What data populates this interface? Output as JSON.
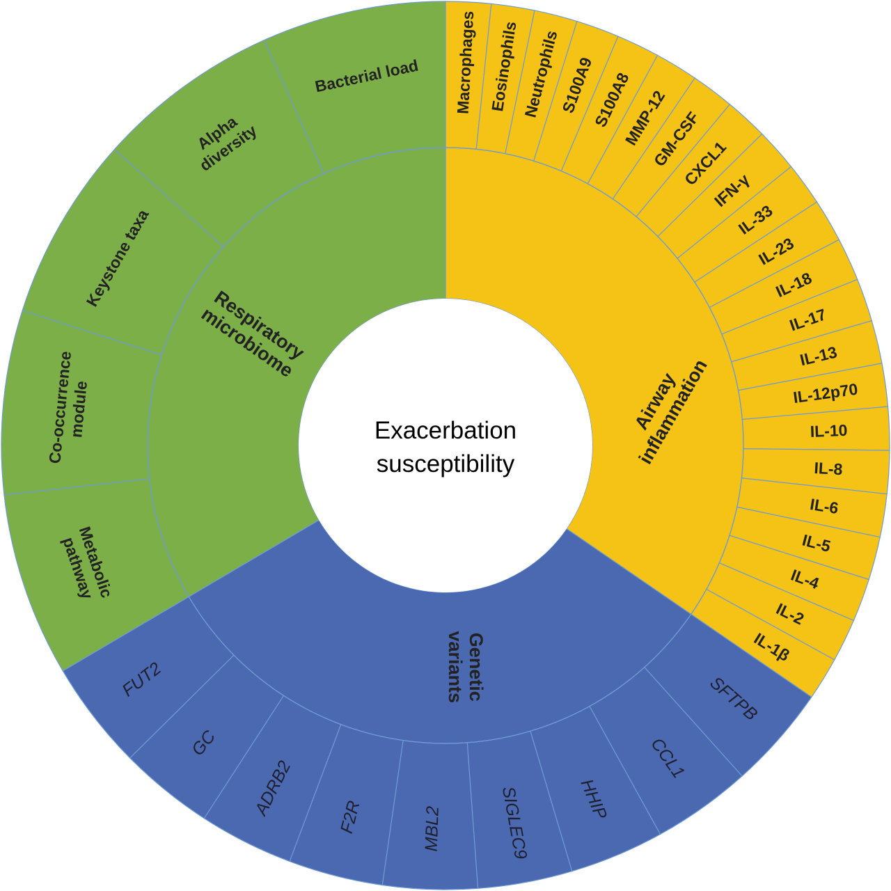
{
  "center": {
    "line1": "Exacerbation",
    "line2": "susceptibility"
  },
  "colors": {
    "inflammation": "#F5C216",
    "genetic": "#4A69B0",
    "microbiome": "#7DAF48",
    "divider": "#6E9BD3",
    "hole": "#ffffff"
  },
  "categories": [
    {
      "id": "airway",
      "lines": [
        "Airway",
        "inflammation"
      ],
      "color": "#F5C216",
      "children": [
        {
          "lines": [
            "Macrophages"
          ]
        },
        {
          "lines": [
            "Eosinophils"
          ]
        },
        {
          "lines": [
            "Neutrophils"
          ]
        },
        {
          "lines": [
            "S100A9"
          ]
        },
        {
          "lines": [
            "S100A8"
          ]
        },
        {
          "lines": [
            "MMP-12"
          ]
        },
        {
          "lines": [
            "GM-CSF"
          ]
        },
        {
          "lines": [
            "CXCL1"
          ]
        },
        {
          "lines": [
            "IFN-γ"
          ]
        },
        {
          "lines": [
            "IL-33"
          ]
        },
        {
          "lines": [
            "IL-23"
          ]
        },
        {
          "lines": [
            "IL-18"
          ]
        },
        {
          "lines": [
            "IL-17"
          ]
        },
        {
          "lines": [
            "IL-13"
          ]
        },
        {
          "lines": [
            "IL-12p70"
          ]
        },
        {
          "lines": [
            "IL-10"
          ]
        },
        {
          "lines": [
            "IL-8"
          ]
        },
        {
          "lines": [
            "IL-6"
          ]
        },
        {
          "lines": [
            "IL-5"
          ]
        },
        {
          "lines": [
            "IL-4"
          ]
        },
        {
          "lines": [
            "IL-2"
          ]
        },
        {
          "lines": [
            "IL-1β"
          ]
        }
      ]
    },
    {
      "id": "genetic",
      "lines": [
        "Genetic",
        "variants"
      ],
      "color": "#4A69B0",
      "children": [
        {
          "lines": [
            "SFTPB"
          ]
        },
        {
          "lines": [
            "CCL1"
          ]
        },
        {
          "lines": [
            "HHIP"
          ]
        },
        {
          "lines": [
            "SIGLEC9"
          ]
        },
        {
          "lines": [
            "MBL2"
          ]
        },
        {
          "lines": [
            "F2R"
          ]
        },
        {
          "lines": [
            "ADRB2"
          ]
        },
        {
          "lines": [
            "GC"
          ]
        },
        {
          "lines": [
            "FUT2"
          ]
        }
      ]
    },
    {
      "id": "microbiome",
      "lines": [
        "Respiratory",
        "microbiome"
      ],
      "color": "#7DAF48",
      "children": [
        {
          "lines": [
            "Metabolic",
            "pathway"
          ]
        },
        {
          "lines": [
            "Co-occurrence",
            "module"
          ]
        },
        {
          "lines": [
            "Keystone taxa"
          ]
        },
        {
          "lines": [
            "Alpha",
            "diversity"
          ]
        },
        {
          "lines": [
            "Bacterial load"
          ]
        }
      ]
    }
  ]
}
